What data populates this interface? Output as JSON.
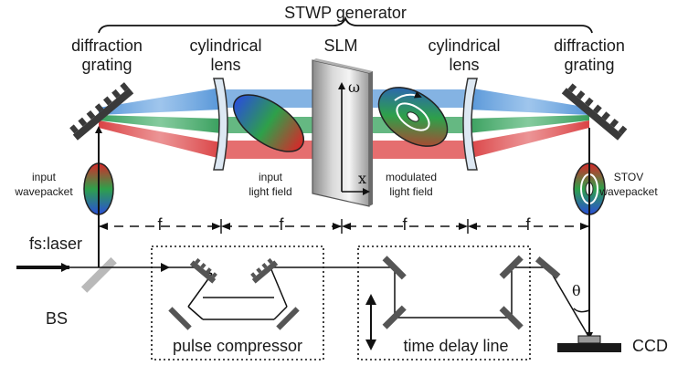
{
  "title": "STWP generator",
  "components": {
    "grating_left": [
      "diffraction",
      "grating"
    ],
    "cyl_lens_left": [
      "cylindrical",
      "lens"
    ],
    "slm": "SLM",
    "cyl_lens_right": [
      "cylindrical",
      "lens"
    ],
    "grating_right": [
      "diffraction",
      "grating"
    ],
    "input_wavepacket": [
      "input",
      "wavepacket"
    ],
    "input_light_field": [
      "input",
      "light field"
    ],
    "modulated_light_field": [
      "modulated",
      "light field"
    ],
    "stov_wavepacket": [
      "STOV",
      "wavepacket"
    ],
    "fs_laser": "fs:laser",
    "bs": "BS",
    "pulse_compressor": "pulse compressor",
    "time_delay_line": "time delay line",
    "ccd": "CCD",
    "theta": "θ",
    "focal_labels": [
      "f",
      "f",
      "f",
      "f"
    ],
    "slm_axis_omega": "ω",
    "slm_axis_x": "x"
  },
  "colors": {
    "beam_blue": "#4d90d6",
    "beam_green": "#2e9a55",
    "beam_red": "#d8383a",
    "optic_dark": "#3a3a3a",
    "lens_fill": "#dde8f3"
  }
}
